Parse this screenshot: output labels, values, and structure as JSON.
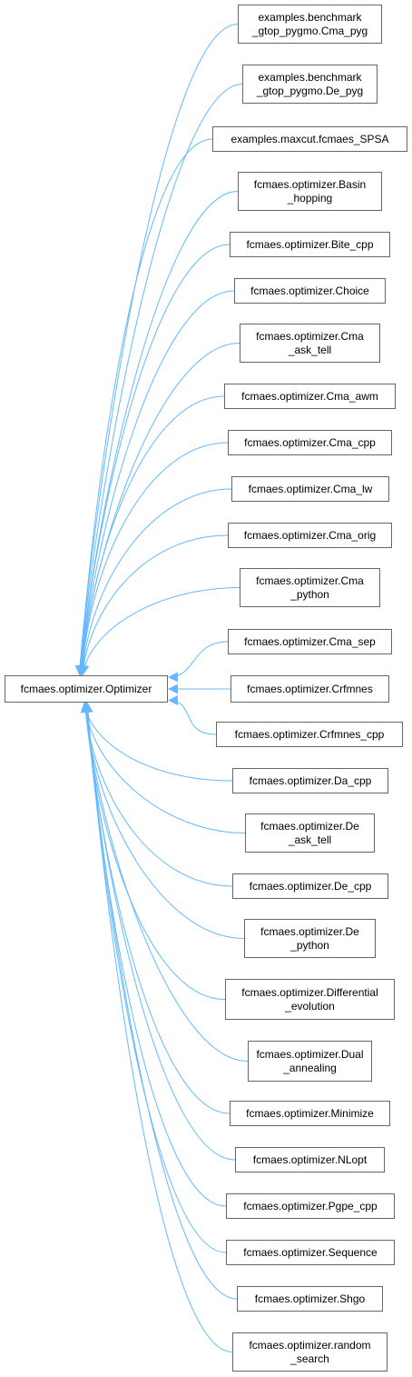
{
  "root": {
    "lines": [
      "fcmaes.optimizer.Optimizer"
    ]
  },
  "edge_color": "#63b8ff",
  "children": [
    {
      "lines": [
        "examples.benchmark",
        "_gtop_pygmo.Cma_pyg"
      ]
    },
    {
      "lines": [
        "examples.benchmark",
        "_gtop_pygmo.De_pyg"
      ]
    },
    {
      "lines": [
        "examples.maxcut.fcmaes_SPSA"
      ]
    },
    {
      "lines": [
        "fcmaes.optimizer.Basin",
        "_hopping"
      ]
    },
    {
      "lines": [
        "fcmaes.optimizer.Bite_cpp"
      ]
    },
    {
      "lines": [
        "fcmaes.optimizer.Choice"
      ]
    },
    {
      "lines": [
        "fcmaes.optimizer.Cma",
        "_ask_tell"
      ]
    },
    {
      "lines": [
        "fcmaes.optimizer.Cma_awm"
      ]
    },
    {
      "lines": [
        "fcmaes.optimizer.Cma_cpp"
      ]
    },
    {
      "lines": [
        "fcmaes.optimizer.Cma_lw"
      ]
    },
    {
      "lines": [
        "fcmaes.optimizer.Cma_orig"
      ]
    },
    {
      "lines": [
        "fcmaes.optimizer.Cma",
        "_python"
      ]
    },
    {
      "lines": [
        "fcmaes.optimizer.Cma_sep"
      ]
    },
    {
      "lines": [
        "fcmaes.optimizer.Crfmnes"
      ]
    },
    {
      "lines": [
        "fcmaes.optimizer.Crfmnes_cpp"
      ]
    },
    {
      "lines": [
        "fcmaes.optimizer.Da_cpp"
      ]
    },
    {
      "lines": [
        "fcmaes.optimizer.De",
        "_ask_tell"
      ]
    },
    {
      "lines": [
        "fcmaes.optimizer.De_cpp"
      ]
    },
    {
      "lines": [
        "fcmaes.optimizer.De",
        "_python"
      ]
    },
    {
      "lines": [
        "fcmaes.optimizer.Differential",
        "_evolution"
      ]
    },
    {
      "lines": [
        "fcmaes.optimizer.Dual",
        "_annealing"
      ]
    },
    {
      "lines": [
        "fcmaes.optimizer.Minimize"
      ]
    },
    {
      "lines": [
        "fcmaes.optimizer.NLopt"
      ]
    },
    {
      "lines": [
        "fcmaes.optimizer.Pgpe_cpp"
      ]
    },
    {
      "lines": [
        "fcmaes.optimizer.Sequence"
      ]
    },
    {
      "lines": [
        "fcmaes.optimizer.Shgo"
      ]
    },
    {
      "lines": [
        "fcmaes.optimizer.random",
        "_search"
      ]
    }
  ]
}
